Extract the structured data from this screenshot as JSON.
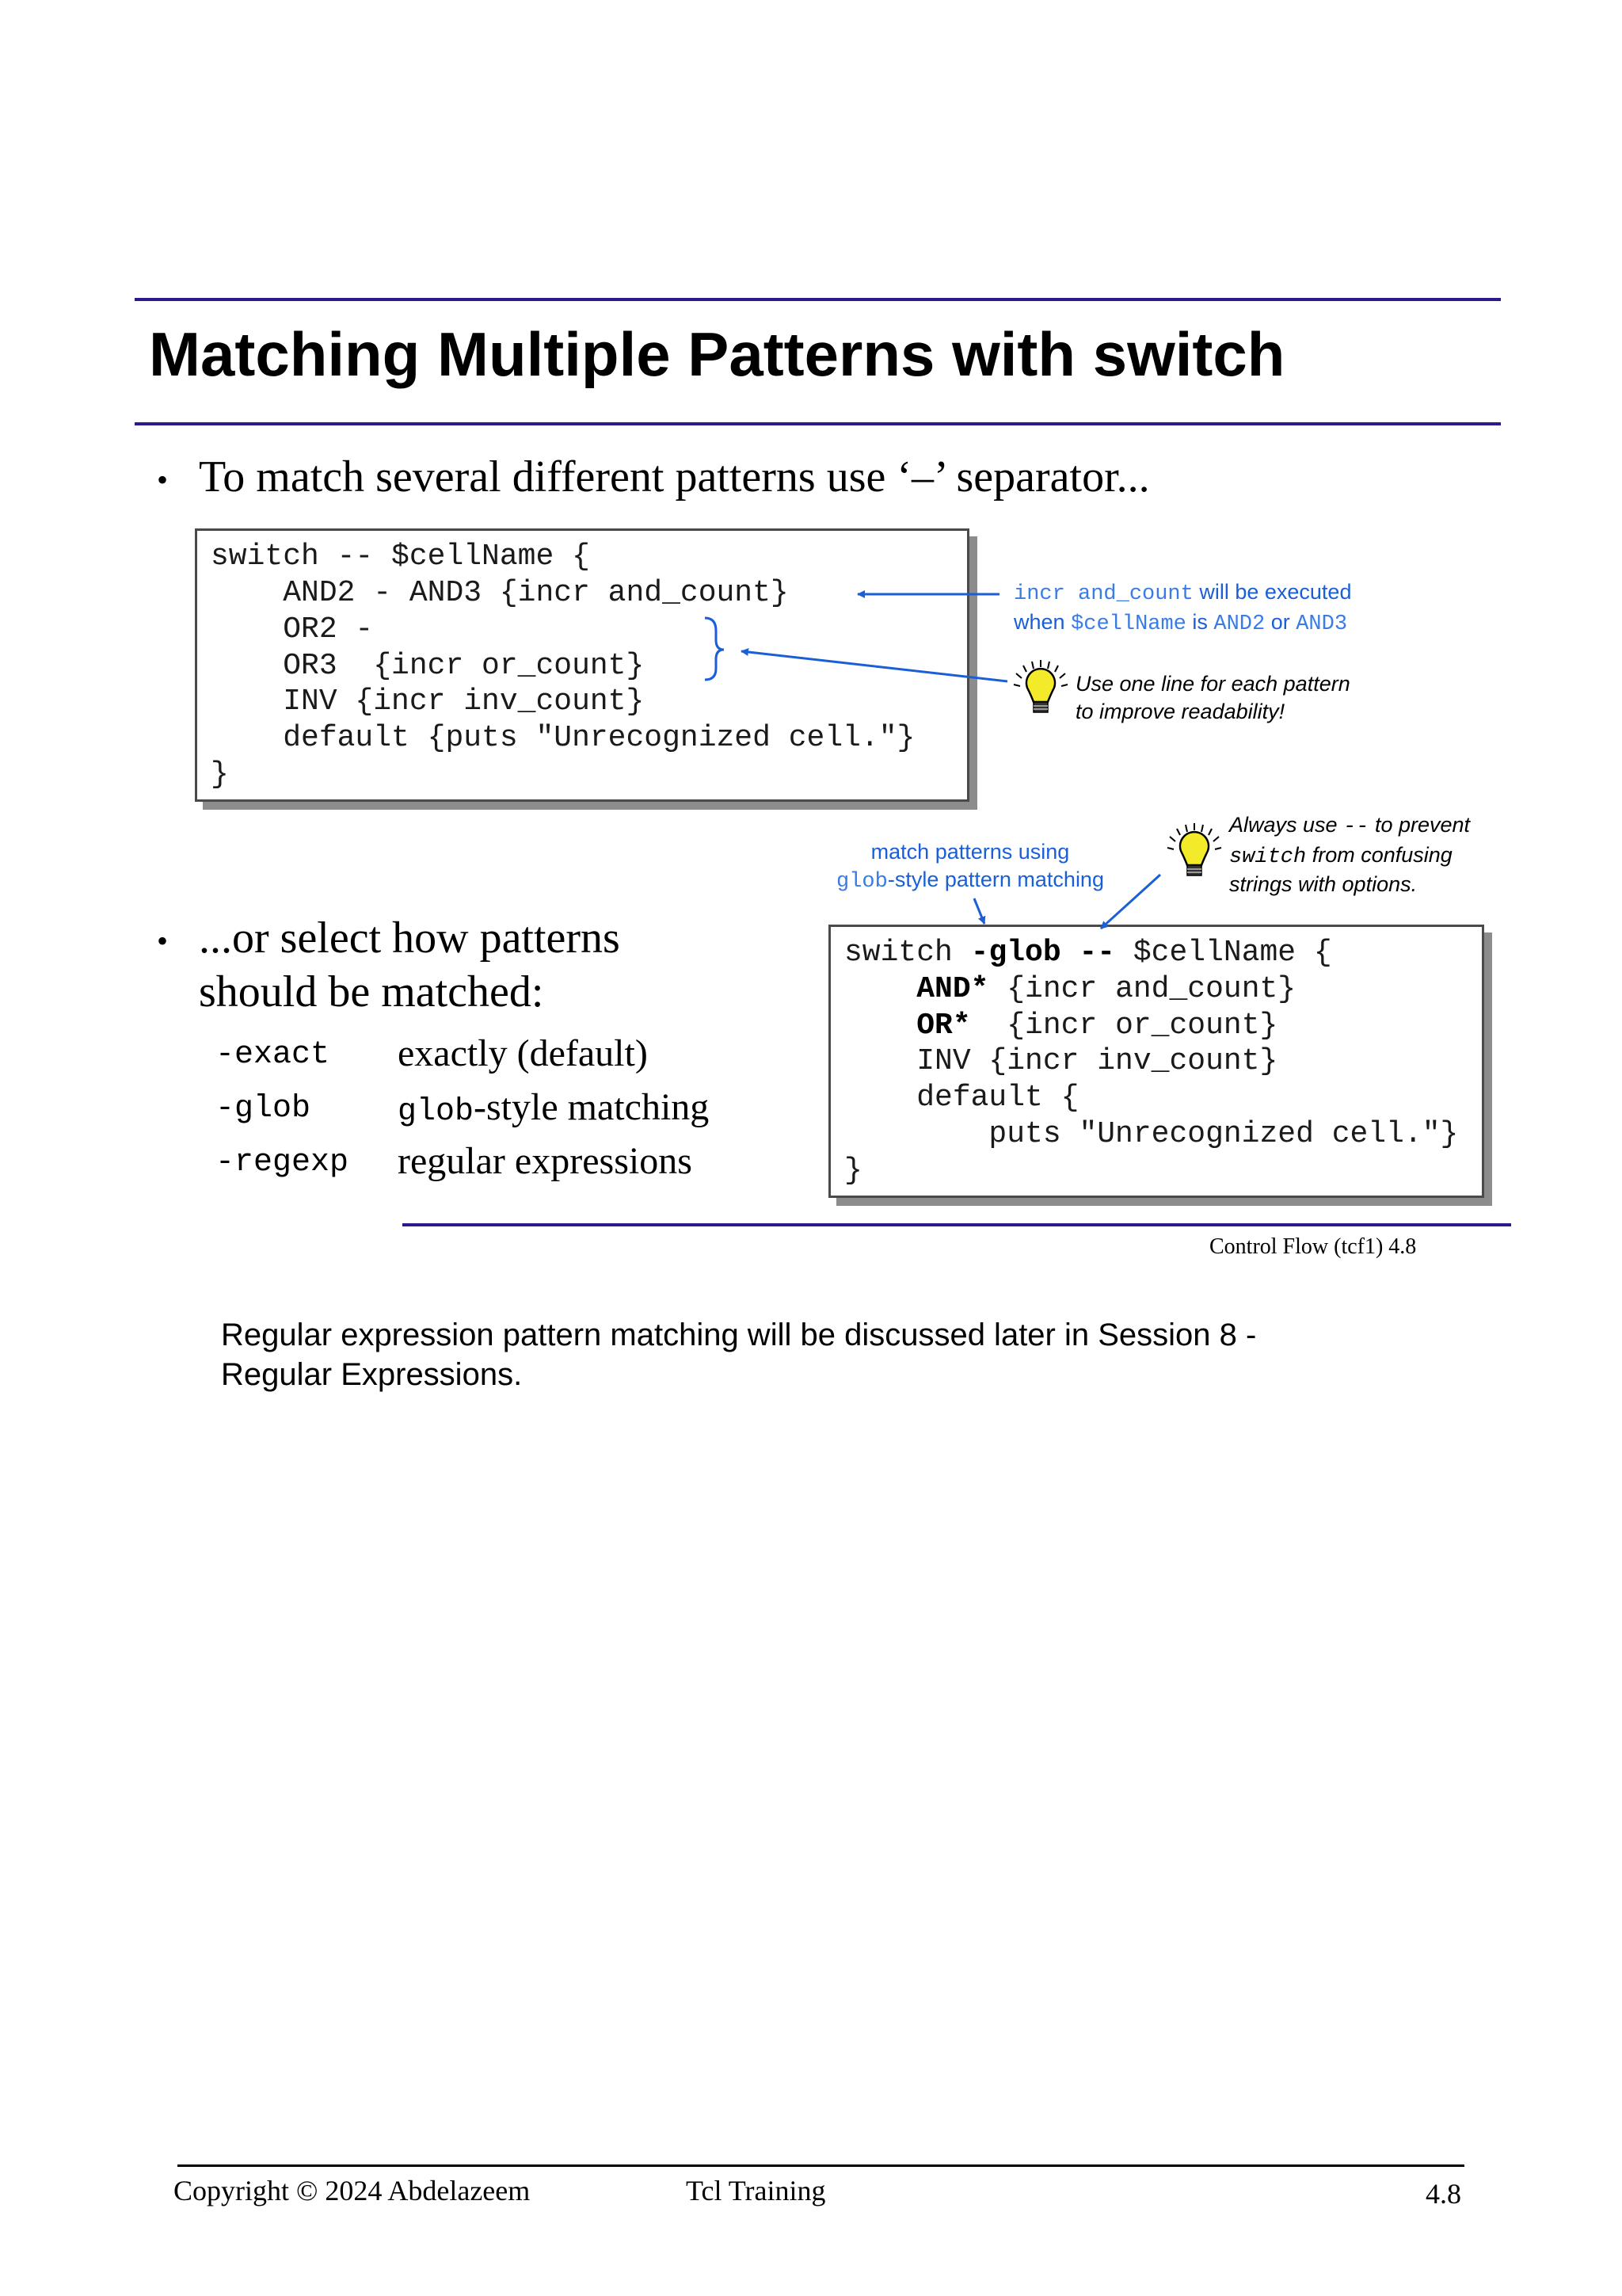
{
  "slide": {
    "title": "Matching Multiple Patterns with switch",
    "bullet1": "To match several different patterns use ‘–’ separator...",
    "bullet2_line1": "...or select how patterns",
    "bullet2_line2": "should be matched:",
    "bullet_char": "•",
    "code1": [
      "switch -- $cellName {",
      "    AND2 - AND3 {incr and_count}",
      "    OR2 -",
      "    OR3  {incr or_count}",
      "    INV {incr inv_count}",
      "    default {puts \"Unrecognized cell.\"}",
      "}"
    ],
    "code2": {
      "line1_a": "switch ",
      "line1_bold": "-glob --",
      "line1_b": " $cellName {",
      "line2_bold": "AND*",
      "line2_rest": " {incr and_count}",
      "line3_bold": "OR*",
      "line3_rest": "  {incr or_count}",
      "line4": "    INV {incr inv_count}",
      "line5": "    default {",
      "line6": "        puts \"Unrecognized cell.\"}",
      "line7": "}"
    },
    "annotation1": {
      "code_part": "incr and_count",
      "text_part": " will be executed",
      "line2_a": "when ",
      "line2_var": "$cellName",
      "line2_b": " is ",
      "line2_and2": "AND2",
      "line2_c": " or ",
      "line2_and3": "AND3"
    },
    "tip1": {
      "line1": "Use one line for each pattern",
      "line2": "to improve readability!"
    },
    "annotation2": {
      "line1": "match patterns using",
      "line2_mono": "glob",
      "line2_rest": "-style pattern matching"
    },
    "tip2": {
      "line1_a": "Always use ",
      "line1_mono": "--",
      "line1_b": " to prevent",
      "line2_mono": "switch",
      "line2_rest": " from confusing",
      "line3": "strings with options."
    },
    "options": [
      {
        "flag": "-exact",
        "desc": "exactly (default)"
      },
      {
        "flag": "-glob",
        "desc_mono": "glob",
        "desc": "-style matching"
      },
      {
        "flag": "-regexp",
        "desc": "regular expressions"
      }
    ],
    "footer_label": "Control Flow  (tcf1)  4.8"
  },
  "notes": {
    "line1": "Regular expression pattern matching will be discussed later in Session 8 -",
    "line2": "Regular Expressions."
  },
  "page_footer": {
    "copyright": "Copyright © 2024 Abdelazeem",
    "course": "Tcl Training",
    "page": "4.8"
  },
  "colors": {
    "rule": "#2b1a8c",
    "annotation_blue": "#1a5fd6",
    "bulb_yellow": "#f3ea2a"
  }
}
